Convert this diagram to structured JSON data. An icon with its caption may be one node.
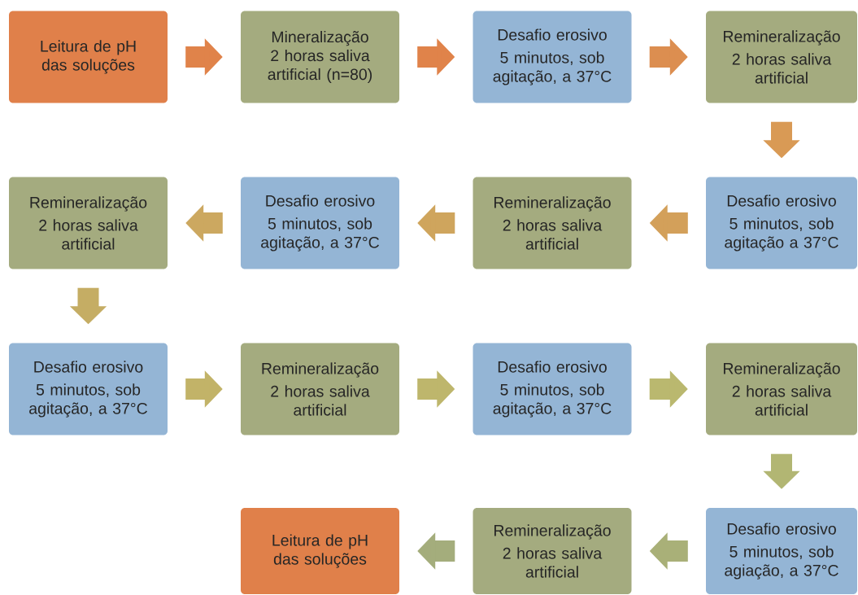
{
  "diagram": {
    "nodes": [
      {
        "text": [
          "Leitura de pH das soluções"
        ]
      },
      {
        "text": [
          "Mineralização 2 horas saliva artificial (n=80)"
        ]
      },
      {
        "text": [
          "Desafio erosivo",
          "5 minutos, sob agitação, a 37°C"
        ]
      },
      {
        "text": [
          "Remineralização",
          "2 horas saliva artificial"
        ]
      },
      {
        "text": [
          "Remineralização",
          "2 horas saliva artificial"
        ]
      },
      {
        "text": [
          "Desafio erosivo",
          "5 minutos, sob agitação, a 37°C"
        ]
      },
      {
        "text": [
          "Remineralização",
          "2 horas saliva artificial"
        ]
      },
      {
        "text": [
          "Desafio erosivo",
          "5 minutos, sob agitação  a 37°C"
        ]
      },
      {
        "text": [
          "Desafio erosivo",
          "5 minutos, sob agitação, a 37°C"
        ]
      },
      {
        "text": [
          "Remineralização",
          "2 horas saliva artificial"
        ]
      },
      {
        "text": [
          "Desafio erosivo",
          "5 minutos, sob agitação, a 37°C"
        ]
      },
      {
        "text": [
          "Remineralização",
          "2 horas saliva artificial"
        ]
      },
      {
        "text": [
          "Leitura de pH das soluções"
        ]
      },
      {
        "text": [
          "Remineralização",
          "2 horas saliva artificial"
        ]
      },
      {
        "text": [
          "Desafio erosivo",
          "5 minutos, sob agiação, a 37°C"
        ]
      }
    ],
    "edges": [
      {
        "from": 0,
        "to": 1,
        "arrow": "to",
        "color": "#e0834a"
      },
      {
        "from": 1,
        "to": 2,
        "arrow": "to",
        "color": "#e0834a"
      },
      {
        "from": 2,
        "to": 3,
        "arrow": "to",
        "color": "#dc8e50"
      },
      {
        "from": 3,
        "to": 7,
        "arrow": "to",
        "color": "#d99a55"
      },
      {
        "from": 7,
        "to": 6,
        "arrow": "to",
        "color": "#d3a05a"
      },
      {
        "from": 6,
        "to": 5,
        "arrow": "to",
        "color": "#cfa55d"
      },
      {
        "from": 5,
        "to": 4,
        "arrow": "to",
        "color": "#cca860"
      },
      {
        "from": 4,
        "to": 8,
        "arrow": "to",
        "color": "#c5ad64"
      },
      {
        "from": 8,
        "to": 9,
        "arrow": "to",
        "color": "#c2b368"
      },
      {
        "from": 9,
        "to": 10,
        "arrow": "to",
        "color": "#beb66c"
      },
      {
        "from": 10,
        "to": 11,
        "arrow": "to",
        "color": "#bab86f"
      },
      {
        "from": 11,
        "to": 14,
        "arrow": "to",
        "color": "#b2b673"
      },
      {
        "from": 14,
        "to": 13,
        "arrow": "to",
        "color": "#a9b078"
      },
      {
        "from": 13,
        "to": 12,
        "arrow": "to",
        "color": "#a4ad7c"
      }
    ]
  }
}
